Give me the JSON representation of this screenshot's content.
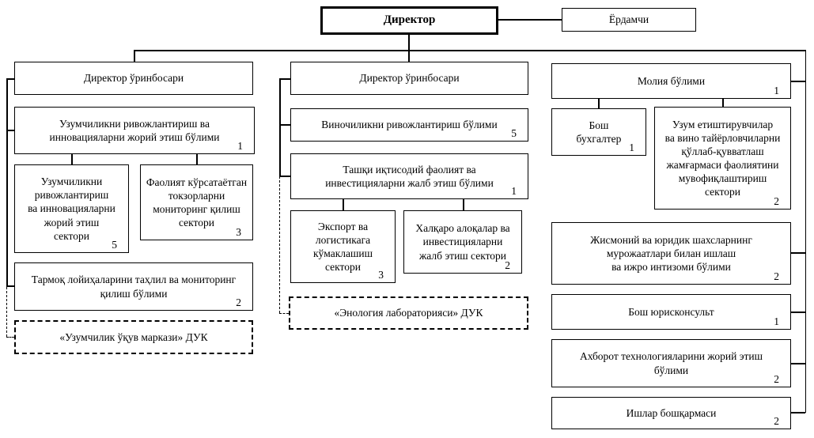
{
  "director": {
    "label": "Директор"
  },
  "assistant": {
    "label": "Ёрдамчи"
  },
  "left_branch": {
    "deputy": {
      "label": "Директор ўринбосари"
    },
    "innovation_dept": {
      "label": "Узумчиликни ривожлантириш ва\nинновацияларни жорий этиш бўлими",
      "count": "1"
    },
    "innovation_sector": {
      "label": "Узумчиликни\nривожлантириш\nва инновацияларни\nжорий этиш\nсектори",
      "count": "5"
    },
    "vineyard_monitoring_sector": {
      "label": "Фаолият кўрсатаётган\nтокзорларни\nмониторинг қилиш\nсектори",
      "count": "3"
    },
    "network_projects_dept": {
      "label": "Тармоқ лойиҳаларини таҳлил ва мониторинг\nқилиш бўлими",
      "count": "2"
    },
    "training_center": {
      "label": "«Узумчилик ўқув маркази» ДУК"
    }
  },
  "middle_branch": {
    "deputy": {
      "label": "Директор ўринбосари"
    },
    "winemaking_dept": {
      "label": "Виночиликни ривожлантириш бўлими",
      "count": "5"
    },
    "foreign_economic_dept": {
      "label": "Ташқи иқтисодий фаолият ва\nинвестицияларни жалб этиш бўлими",
      "count": "1"
    },
    "export_logistics_sector": {
      "label": "Экспорт ва\nлогистикага\nкўмаклашиш\nсектори",
      "count": "3"
    },
    "international_sector": {
      "label": "Халқаро алоқалар ва\nинвестицияларни\nжалб этиш сектори",
      "count": "2"
    },
    "enology_lab": {
      "label": "«Энология лабораторияси» ДУК"
    }
  },
  "right_branch": {
    "finance_dept": {
      "label": "Молия бўлими",
      "count": "1"
    },
    "chief_accountant": {
      "label": "Бош\nбухгалтер",
      "count": "1"
    },
    "support_fund_sector": {
      "label": "Узум етиштирувчилар\nва вино тайёрловчиларни\nқўллаб-қувватлаш\nжамғармаси фаолиятини\nмувофиқлаштириш\nсектори",
      "count": "2"
    },
    "appeals_discipline_dept": {
      "label": "Жисмоний ва юридик шахсларнинг\nмурожаатлари билан ишлаш\nва ижро интизоми бўлими",
      "count": "2"
    },
    "chief_legal_counsel": {
      "label": "Бош юрисконсульт",
      "count": "1"
    },
    "it_dept": {
      "label": "Ахборот технологияларини жорий этиш\nбўлими",
      "count": "2"
    },
    "administration": {
      "label": "Ишлар бошқармаси",
      "count": "2"
    }
  }
}
